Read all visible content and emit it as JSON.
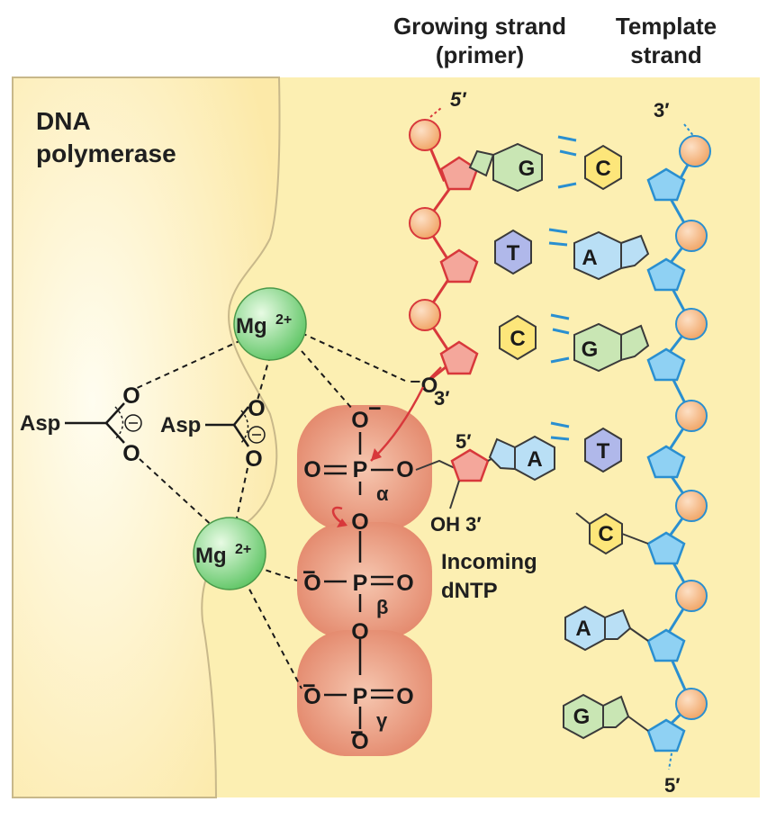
{
  "header": {
    "growing_line1": "Growing strand",
    "growing_line2": "(primer)",
    "template_line1": "Template",
    "template_line2": "strand"
  },
  "region": {
    "polymerase_line1": "DNA",
    "polymerase_line2": "polymerase"
  },
  "ends": {
    "growing_top": "5′",
    "template_top": "3′",
    "template_bottom": "5′",
    "primer_3prime": "3′",
    "incoming_5prime": "5′",
    "incoming_oh": "OH 3′"
  },
  "ions": {
    "mg_upper": "Mg",
    "mg_lower": "Mg",
    "charge": "2+"
  },
  "residues": {
    "asp_left": "Asp",
    "asp_right": "Asp"
  },
  "phosphates": {
    "alpha": "α",
    "beta": "β",
    "gamma": "γ"
  },
  "incoming": {
    "line1": "Incoming",
    "line2": "dNTP"
  },
  "bases": {
    "primer": [
      "G",
      "T",
      "C"
    ],
    "template_paired": [
      "C",
      "A",
      "G",
      "T"
    ],
    "incoming": "A",
    "template_unpaired": [
      "C",
      "A",
      "G"
    ]
  },
  "colors": {
    "background": "#fcefb4",
    "red_strand": "#d8383b",
    "blue_strand": "#2a8fd0",
    "phosphate_sphere": "#f6b37f",
    "mg_ion": "#7bd37d",
    "dntp_blob": "#e9967a",
    "base_G": "#c9e6b4",
    "base_C": "#fde67a",
    "base_T": "#b0b8ea",
    "base_A": "#b9dff5"
  }
}
